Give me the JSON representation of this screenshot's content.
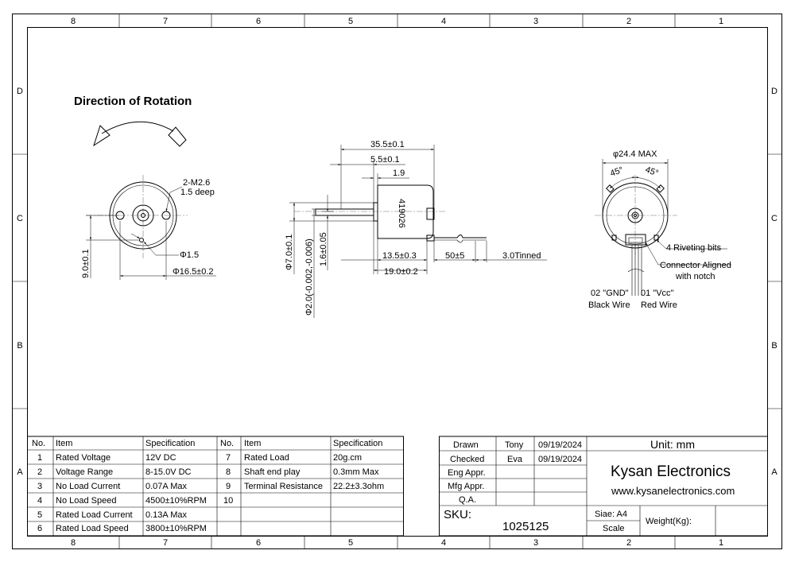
{
  "zones": {
    "columns_top": [
      "8",
      "7",
      "6",
      "5",
      "4",
      "3",
      "2",
      "1"
    ],
    "columns_bottom": [
      "8",
      "7",
      "6",
      "5",
      "4",
      "3",
      "2",
      "1"
    ],
    "rows_left": [
      "D",
      "C",
      "B",
      "A"
    ],
    "rows_right": [
      "D",
      "C",
      "B",
      "A"
    ]
  },
  "rotation_title": "Direction of Rotation",
  "front_view": {
    "screw_label": "2-M2.6",
    "depth_label": "1.5 deep",
    "hole_dia": "Φ1.5",
    "body_dia": "Φ16.5±0.2",
    "height_dim": "9.0±0.1"
  },
  "side_view": {
    "overall_length": "35.5±0.1",
    "shaft_length": "5.5±0.1",
    "boss_length": "1.9",
    "can_length_a": "13.5±0.3",
    "can_length_b": "19.0±0.2",
    "lead_length": "50±5",
    "tinned": "3.0Tinned",
    "boss_dia": "Φ7.0±0.1",
    "shaft_dia": "Φ2.0(-0.002,-0.006)",
    "shaft_offset": "1.6±0.05",
    "marking": "419026"
  },
  "rear_view": {
    "max_dia": "φ24.4 MAX",
    "angle_left": "45°",
    "angle_right": "45°",
    "riveting": "4 Riveting bits",
    "connector_line1": "Connector Aligned",
    "connector_line2": "with notch",
    "gnd_label": "02 \"GND\"",
    "gnd_wire": "Black Wire",
    "vcc_label": "01 \"Vcc\"",
    "vcc_wire": "Red Wire"
  },
  "spec_table": {
    "headers": [
      "No.",
      "Item",
      "Specification",
      "No.",
      "Item",
      "Specification"
    ],
    "rows": [
      [
        "1",
        "Rated Voltage",
        "12V DC",
        "7",
        "Rated Load",
        "20g.cm"
      ],
      [
        "2",
        "Voltage Range",
        "8-15.0V DC",
        "8",
        "Shaft end play",
        "0.3mm Max"
      ],
      [
        "3",
        "No Load Current",
        "0.07A Max",
        "9",
        "Terminal Resistance",
        "22.2±3.3ohm"
      ],
      [
        "4",
        "No Load Speed",
        "4500±10%RPM",
        "10",
        "",
        ""
      ],
      [
        "5",
        "Rated Load Current",
        "0.13A Max",
        "",
        "",
        ""
      ],
      [
        "6",
        "Rated Load Speed",
        "3800±10%RPM",
        "",
        "",
        ""
      ]
    ]
  },
  "title_block": {
    "rows": [
      [
        "Drawn",
        "Tony",
        "09/19/2024"
      ],
      [
        "Checked",
        "Eva",
        "09/19/2024"
      ],
      [
        "Eng Appr.",
        "",
        ""
      ],
      [
        "Mfg Appr.",
        "",
        ""
      ],
      [
        "Q.A.",
        "",
        ""
      ]
    ],
    "unit": "Unit: mm",
    "company": "Kysan Electronics",
    "website": "www.kysanelectronics.com",
    "sku_label": "SKU:",
    "sku_value": "1025125",
    "size": "Siae: A4",
    "scale": "Scale",
    "weight": "Weight(Kg):"
  }
}
